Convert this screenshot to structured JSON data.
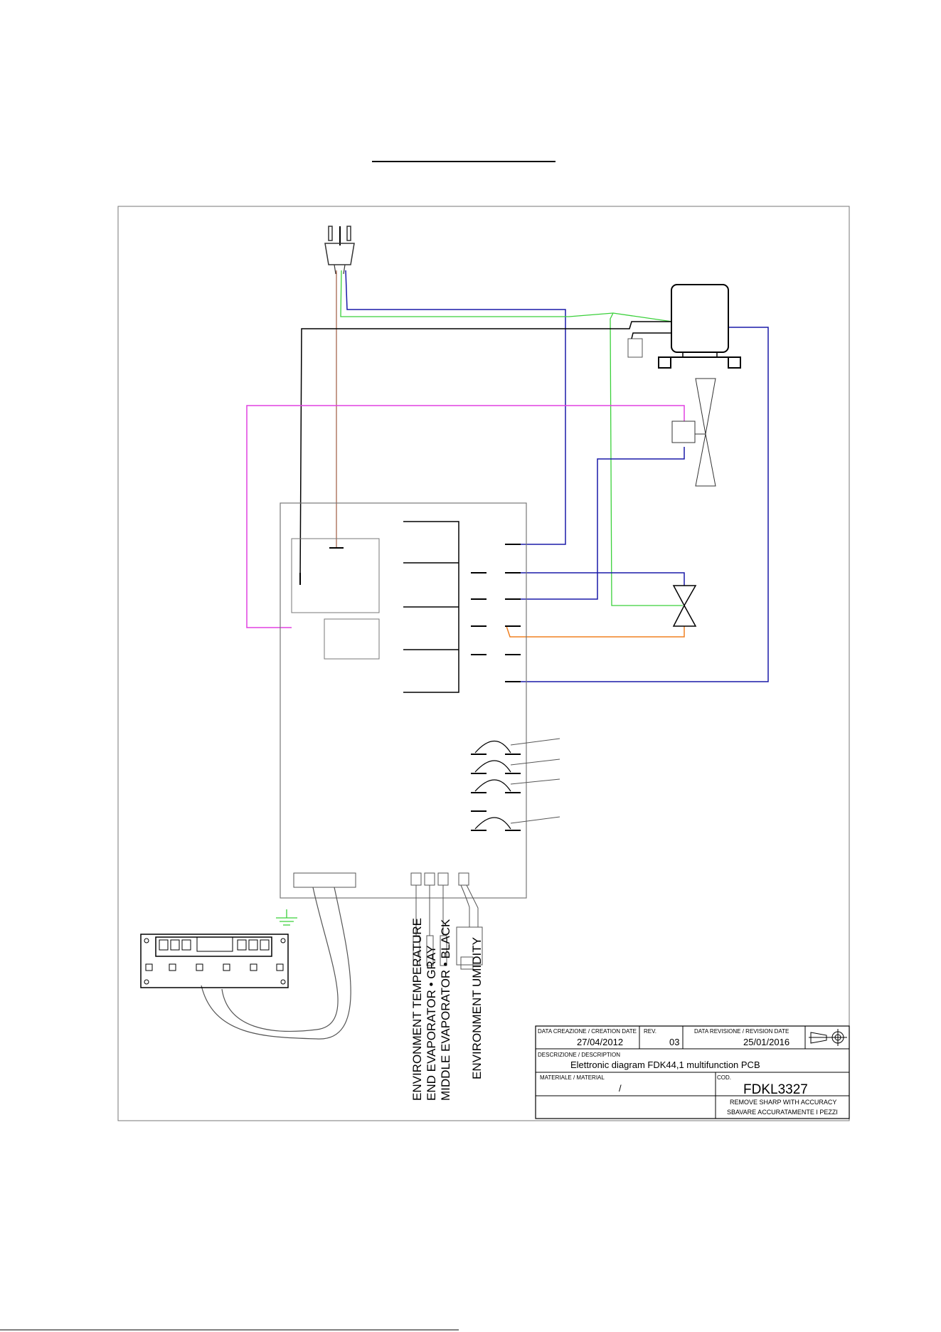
{
  "sensor_labels": [
    "ENVIRONMENT TEMPERATURE",
    "END EVAPORATOR • GRAY",
    "MIDDLE EVAPORATOR • BLACK",
    "ENVIRONMENT UMIDITY"
  ],
  "title_block": {
    "creation_date_label": "DATA CREAZIONE / CREATION DATE",
    "creation_date": "27/04/2012",
    "rev_label": "REV.",
    "rev": "03",
    "revision_date_label": "DATA REVISIONE / REVISION DATE",
    "revision_date": "25/01/2016",
    "description_label": "DESCRIZIONE / DESCRIPTION",
    "description": "Elettronic diagram FDK44,1 multifunction PCB",
    "material_label": "MATERIALE / MATERIAL",
    "material": "/",
    "code_label": "COD.",
    "code": "FDKL3327",
    "note_en": "REMOVE SHARP WITH ACCURACY",
    "note_it": "SBAVARE ACCURATAMENTE I PEZZI"
  },
  "wire_colors": {
    "phase": "#1a1aa8",
    "earth": "#3ad03a",
    "neutral": "#000000",
    "supply": "#8b3a1a",
    "fan": "#e040e0",
    "defrost": "#f08020"
  }
}
